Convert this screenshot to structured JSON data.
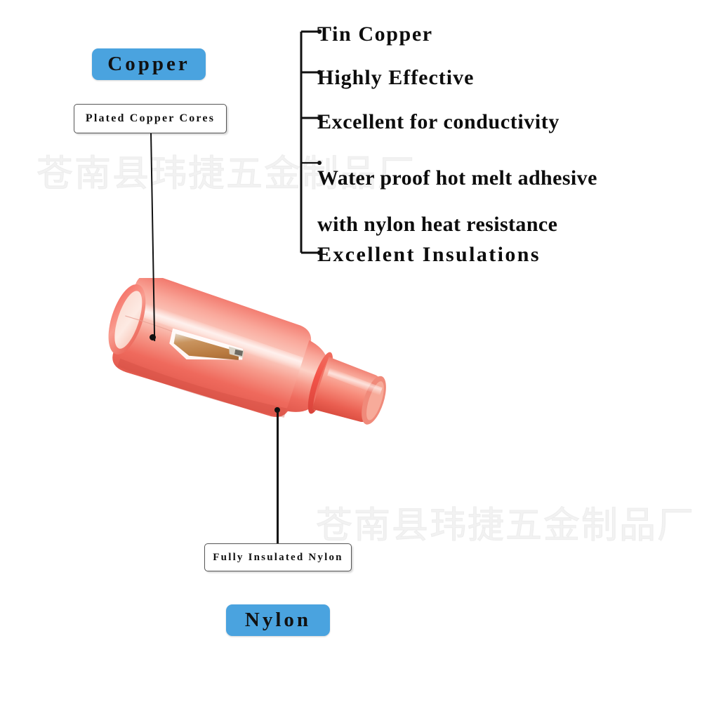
{
  "badges": {
    "copper": "Copper",
    "nylon": "Nylon"
  },
  "callouts": {
    "plated_copper_cores": "Plated Copper Cores",
    "fully_insulated_nylon": "Fully Insulated Nylon"
  },
  "features": [
    {
      "lines": [
        "Tin Copper"
      ]
    },
    {
      "lines": [
        "Highly Effective"
      ]
    },
    {
      "lines": [
        "Excellent for conductivity"
      ]
    },
    {
      "lines": [
        "Water proof hot melt adhesive",
        "with nylon heat resistance"
      ]
    },
    {
      "lines": [
        "Excellent Insulations"
      ]
    }
  ],
  "watermark": "苍南县玮捷五金制品厂",
  "colors": {
    "badge_blue": "#4aa3df",
    "text_black": "#0d0d0d",
    "box_border": "#555555",
    "leader_line": "#111111",
    "product_red": "#f0584f",
    "product_salmon": "#f7998c",
    "product_copper": "#c98a52",
    "watermark_gray": "#f2f2f2",
    "background": "#ffffff"
  },
  "product": {
    "name": "fully-insulated-nylon-bullet-connector",
    "body_color": "#f4756a",
    "highlight_color": "#fbc4b8",
    "core_color": "#c98a52"
  }
}
